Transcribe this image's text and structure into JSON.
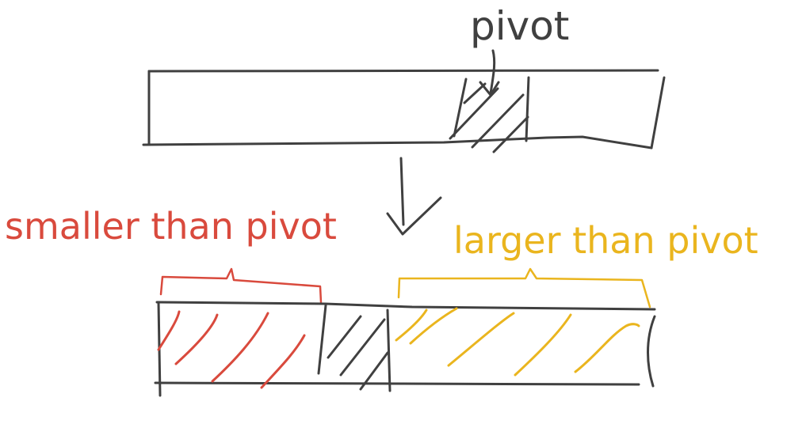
{
  "labels": {
    "pivot": "pivot",
    "smaller": "smaller than pivot",
    "larger": "larger than pivot"
  },
  "colors": {
    "ink": "#404040",
    "smaller": "#d94a3d",
    "larger": "#eab51e",
    "background": "#ffffff"
  }
}
